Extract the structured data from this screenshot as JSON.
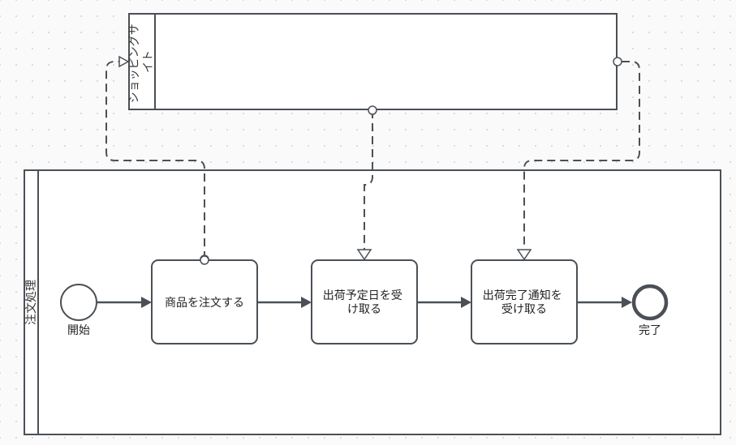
{
  "pools": {
    "shopping_site": {
      "label_line1": "ショッピングサ",
      "label_line2": "イト"
    },
    "order_processing": {
      "label": "注文処理"
    }
  },
  "events": {
    "start": {
      "label": "開始"
    },
    "end": {
      "label": "完了"
    }
  },
  "tasks": [
    {
      "id": "place-order",
      "lines": [
        "商品を注文する"
      ]
    },
    {
      "id": "receive-ship-date",
      "lines": [
        "出荷予定日を受",
        "け取る"
      ]
    },
    {
      "id": "receive-ship-notice",
      "lines": [
        "出荷完了通知を",
        "受け取る"
      ]
    }
  ],
  "colors": {
    "stroke": "#4a5056",
    "fill": "#ffffff",
    "background": "#fafafa",
    "grid_dot": "#d9d9d9"
  }
}
